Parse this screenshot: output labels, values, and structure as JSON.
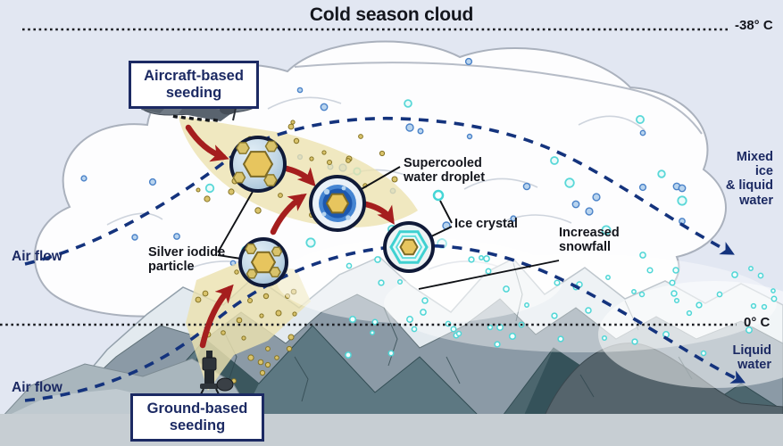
{
  "title": "Cold season cloud",
  "temps": {
    "upper": "-38° C",
    "lower": "0° C"
  },
  "airflow": {
    "upper": "Air flow",
    "lower": "Air flow"
  },
  "zones": {
    "mixed": "Mixed ice\n& liquid\nwater",
    "liquid": "Liquid\nwater"
  },
  "methods": {
    "aircraft": "Aircraft-based\nseeding",
    "ground": "Ground-based\nseeding"
  },
  "annotations": {
    "silver_iodide": "Silver iodide\nparticle",
    "supercooled": "Supercooled\nwater droplet",
    "ice_crystal": "Ice crystal",
    "snowfall": "Increased\nsnowfall"
  },
  "colors": {
    "sky": "#e2e7f2",
    "black_text": "#14161d",
    "navy_text": "#1c2a63",
    "dashed_blue": "#14337d",
    "arrow_red": "#a51e1e",
    "plume_yellow": "#ece2b0",
    "hexagon_yellow": "#e7c55e",
    "ice_cyan": "#45d6d6",
    "droplet_blue": "#2e6ec0",
    "cloud_white": "#fdfdfe",
    "mountain_gray": "#8b9aa6"
  }
}
